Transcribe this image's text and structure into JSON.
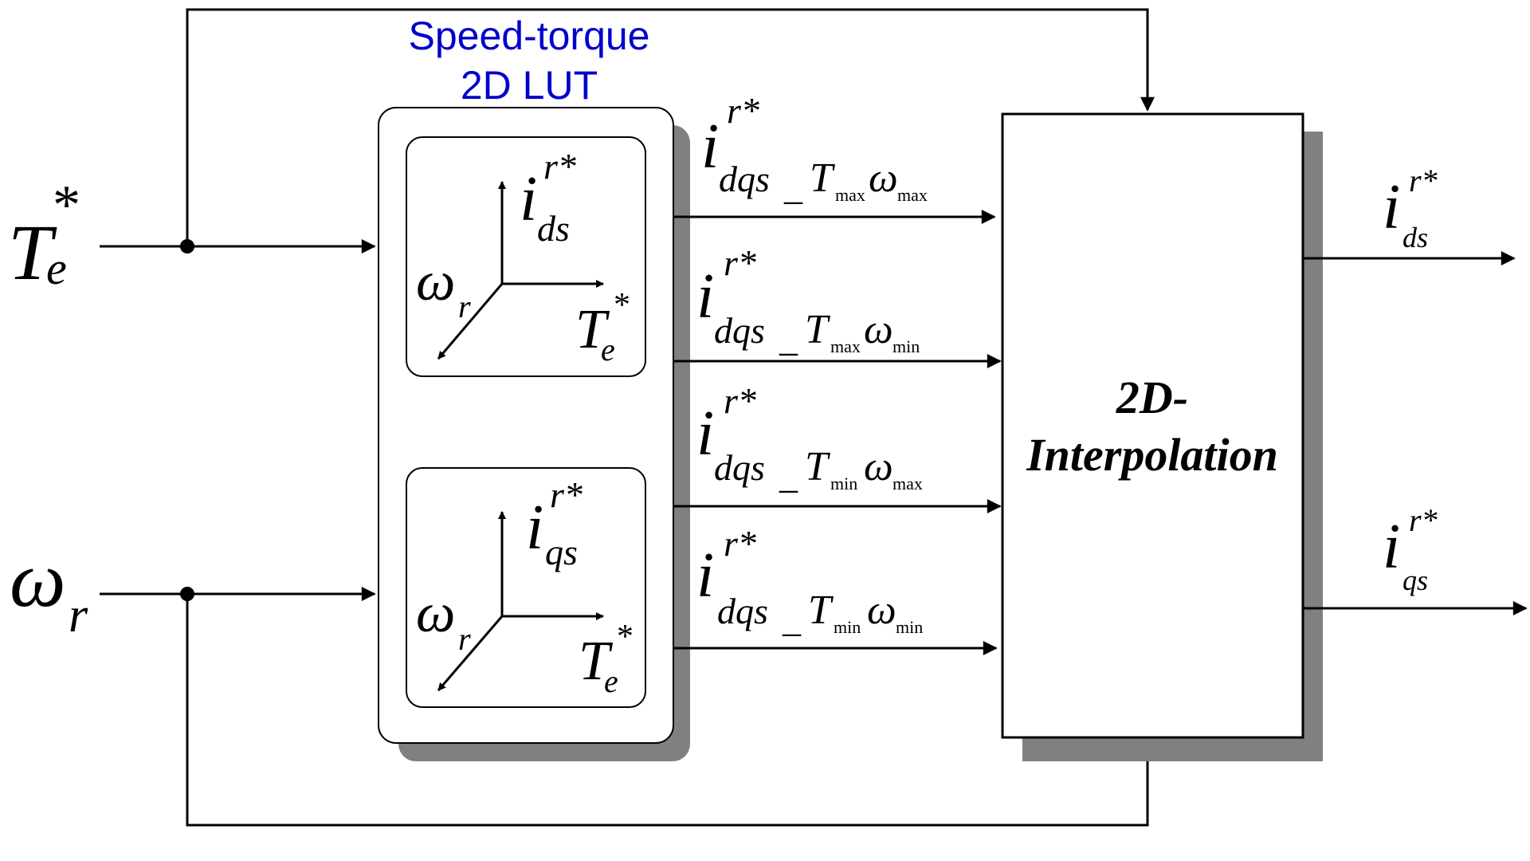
{
  "inputs": {
    "torque": {
      "main": "T",
      "sup": "*",
      "sub": "e"
    },
    "speed": {
      "main": "ω",
      "sub": "r"
    }
  },
  "lut": {
    "title_line1": "Speed-torque",
    "title_line2": "2D LUT",
    "upper_table": {
      "output": {
        "main": "i",
        "sup": "r*",
        "sub": "ds"
      },
      "speed_axis": {
        "main": "ω",
        "sub": "r"
      },
      "torque_axis": {
        "main": "T",
        "sup": "*",
        "sub": "e"
      }
    },
    "lower_table": {
      "output": {
        "main": "i",
        "sup": "r*",
        "sub": "qs"
      },
      "speed_axis": {
        "main": "ω",
        "sub": "r"
      },
      "torque_axis": {
        "main": "T",
        "sup": "*",
        "sub": "e"
      }
    }
  },
  "lut_outputs": [
    {
      "main": "i",
      "sup": "r*",
      "sub": "dqs",
      "T": "T",
      "Tsub": "max",
      "w": "ω",
      "wsub": "max"
    },
    {
      "main": "i",
      "sup": "r*",
      "sub": "dqs",
      "T": "T",
      "Tsub": "max",
      "w": "ω",
      "wsub": "min"
    },
    {
      "main": "i",
      "sup": "r*",
      "sub": "dqs",
      "T": "T",
      "Tsub": "min",
      "w": "ω",
      "wsub": "max"
    },
    {
      "main": "i",
      "sup": "r*",
      "sub": "dqs",
      "T": "T",
      "Tsub": "min",
      "w": "ω",
      "wsub": "min"
    }
  ],
  "interpolation": {
    "line1": "2D-",
    "line2": "Interpolation"
  },
  "outputs": {
    "d_current": {
      "main": "i",
      "sup": "r*",
      "sub": "ds"
    },
    "q_current": {
      "main": "i",
      "sup": "r*",
      "sub": "qs"
    }
  }
}
